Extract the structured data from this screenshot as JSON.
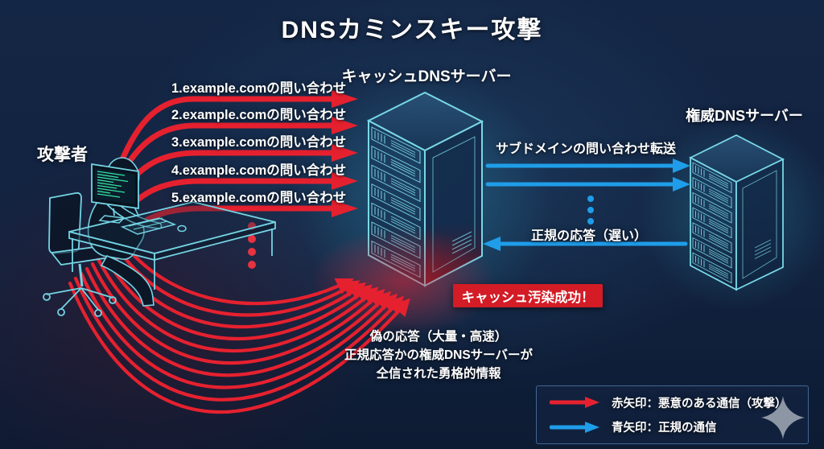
{
  "title": "DNSカミンスキー攻撃",
  "attacker_label": "攻撃者",
  "cache_server_label": "キャッシュDNSサーバー",
  "auth_server_label": "権威DNSサーバー",
  "queries": [
    "1.example.comの問い合わせ",
    "2.example.comの問い合わせ",
    "3.example.comの問い合わせ",
    "4.example.comの問い合わせ",
    "5.example.comの問い合わせ"
  ],
  "forward_label": "サブドメインの問い合わせ転送",
  "response_label": "正規の応答（遅い）",
  "poison_label": "キャッシュ汚染成功！",
  "fake_response_lines": [
    "偽の応答（大量・高速）",
    "正規応答かの権威DNSサーバーが",
    "仝信された勇格的情報"
  ],
  "legend": {
    "red_label": "赤矢印：悪意のある通信（攻撃）",
    "blue_label": "青矢印：正規の通信"
  },
  "colors": {
    "attack_red": "#e6212f",
    "legit_blue": "#1f9de9",
    "wireframe_cyan": "#76d6e6",
    "badge_red": "#d31c26",
    "background_navy": "#122340"
  }
}
